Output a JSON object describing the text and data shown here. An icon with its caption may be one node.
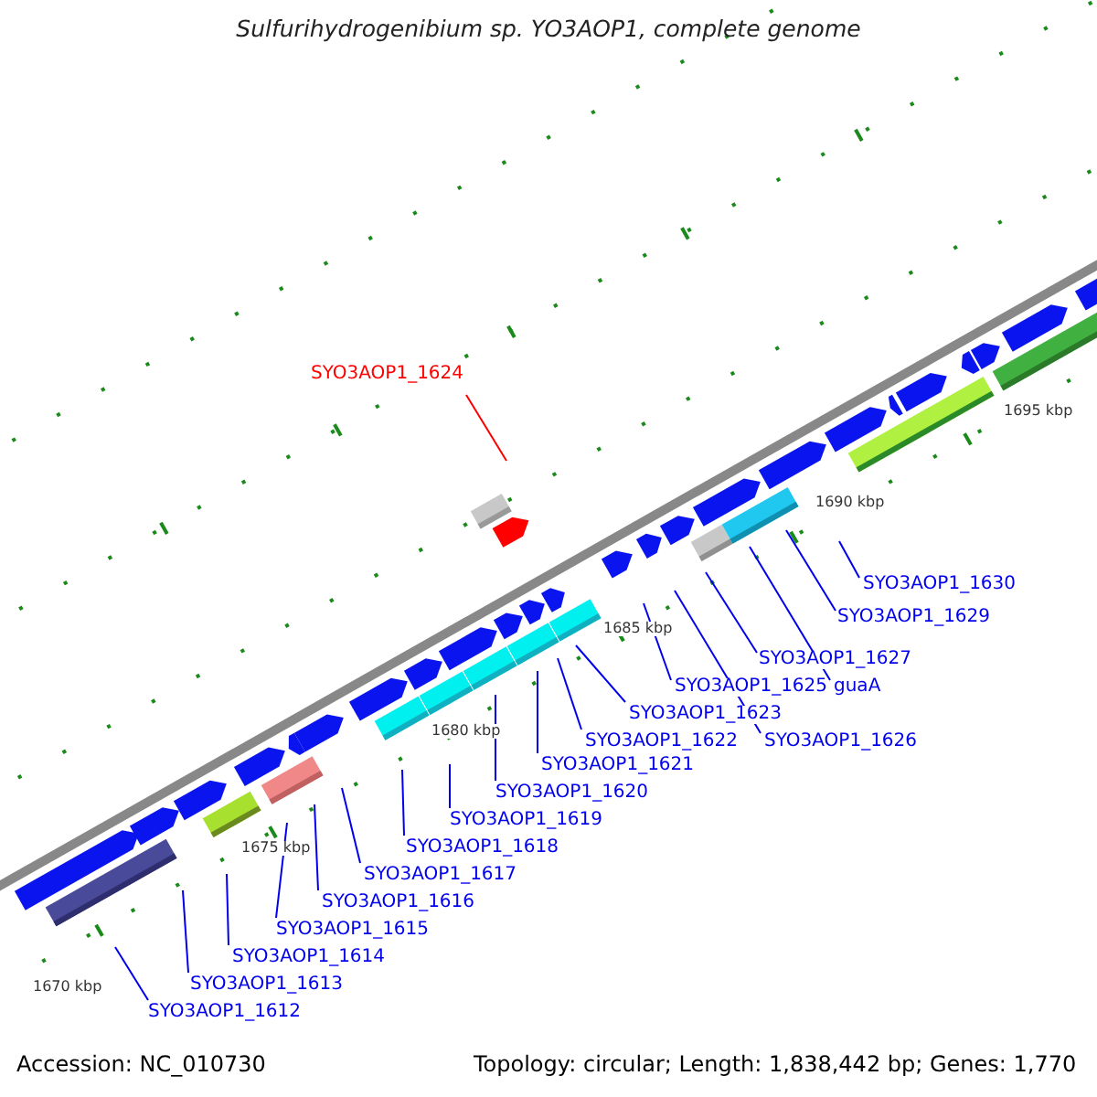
{
  "diagram": {
    "title": "Sulfurihydrogenibium sp. YO3AOP1, complete genome",
    "nodes": [
      {
        "text": [
          "SYO3AOP1_1624"
        ]
      },
      {
        "text": [
          "SYO3AOP1_1630"
        ]
      },
      {
        "text": [
          "SYO3AOP1_1629"
        ]
      },
      {
        "text": [
          "SYO3AOP1_1627"
        ]
      },
      {
        "text": [
          "SYO3AOP1_1625"
        ]
      },
      {
        "text": [
          "guaA"
        ]
      },
      {
        "text": [
          "SYO3AOP1_1623"
        ]
      },
      {
        "text": [
          "SYO3AOP1_1622"
        ]
      },
      {
        "text": [
          "SYO3AOP1_1626"
        ]
      },
      {
        "text": [
          "SYO3AOP1_1621"
        ]
      },
      {
        "text": [
          "SYO3AOP1_1620"
        ]
      },
      {
        "text": [
          "SYO3AOP1_1619"
        ]
      },
      {
        "text": [
          "SYO3AOP1_1618"
        ]
      },
      {
        "text": [
          "SYO3AOP1_1617"
        ]
      },
      {
        "text": [
          "SYO3AOP1_1616"
        ]
      },
      {
        "text": [
          "SYO3AOP1_1615"
        ]
      },
      {
        "text": [
          "SYO3AOP1_1614"
        ]
      },
      {
        "text": [
          "SYO3AOP1_1613"
        ]
      },
      {
        "text": [
          "SYO3AOP1_1612"
        ]
      }
    ],
    "edges": [
      {
        "from": 0,
        "to": null,
        "arrow": "none",
        "color": "#ff0000"
      },
      {
        "from": 1,
        "to": null,
        "arrow": "none"
      },
      {
        "from": 2,
        "to": null,
        "arrow": "none"
      },
      {
        "from": 3,
        "to": null,
        "arrow": "none"
      },
      {
        "from": 4,
        "to": null,
        "arrow": "none"
      },
      {
        "from": 5,
        "to": null,
        "arrow": "none"
      },
      {
        "from": 6,
        "to": null,
        "arrow": "none"
      },
      {
        "from": 7,
        "to": null,
        "arrow": "none"
      },
      {
        "from": 8,
        "to": null,
        "arrow": "none"
      },
      {
        "from": 9,
        "to": null,
        "arrow": "none"
      },
      {
        "from": 10,
        "to": null,
        "arrow": "none"
      },
      {
        "from": 11,
        "to": null,
        "arrow": "none"
      },
      {
        "from": 12,
        "to": null,
        "arrow": "none"
      },
      {
        "from": 13,
        "to": null,
        "arrow": "none"
      },
      {
        "from": 14,
        "to": null,
        "arrow": "none"
      },
      {
        "from": 15,
        "to": null,
        "arrow": "none"
      },
      {
        "from": 16,
        "to": null,
        "arrow": "none"
      },
      {
        "from": 17,
        "to": null,
        "arrow": "none"
      },
      {
        "from": 18,
        "to": null,
        "arrow": "none"
      }
    ],
    "labels": [
      "1695 kbp",
      "1690 kbp",
      "1685 kbp",
      "1680 kbp",
      "1675 kbp",
      "1670 kbp",
      "Accession: NC_010730",
      "Topology: circular; Length: 1,838,442 bp; Genes: 1,770"
    ]
  }
}
